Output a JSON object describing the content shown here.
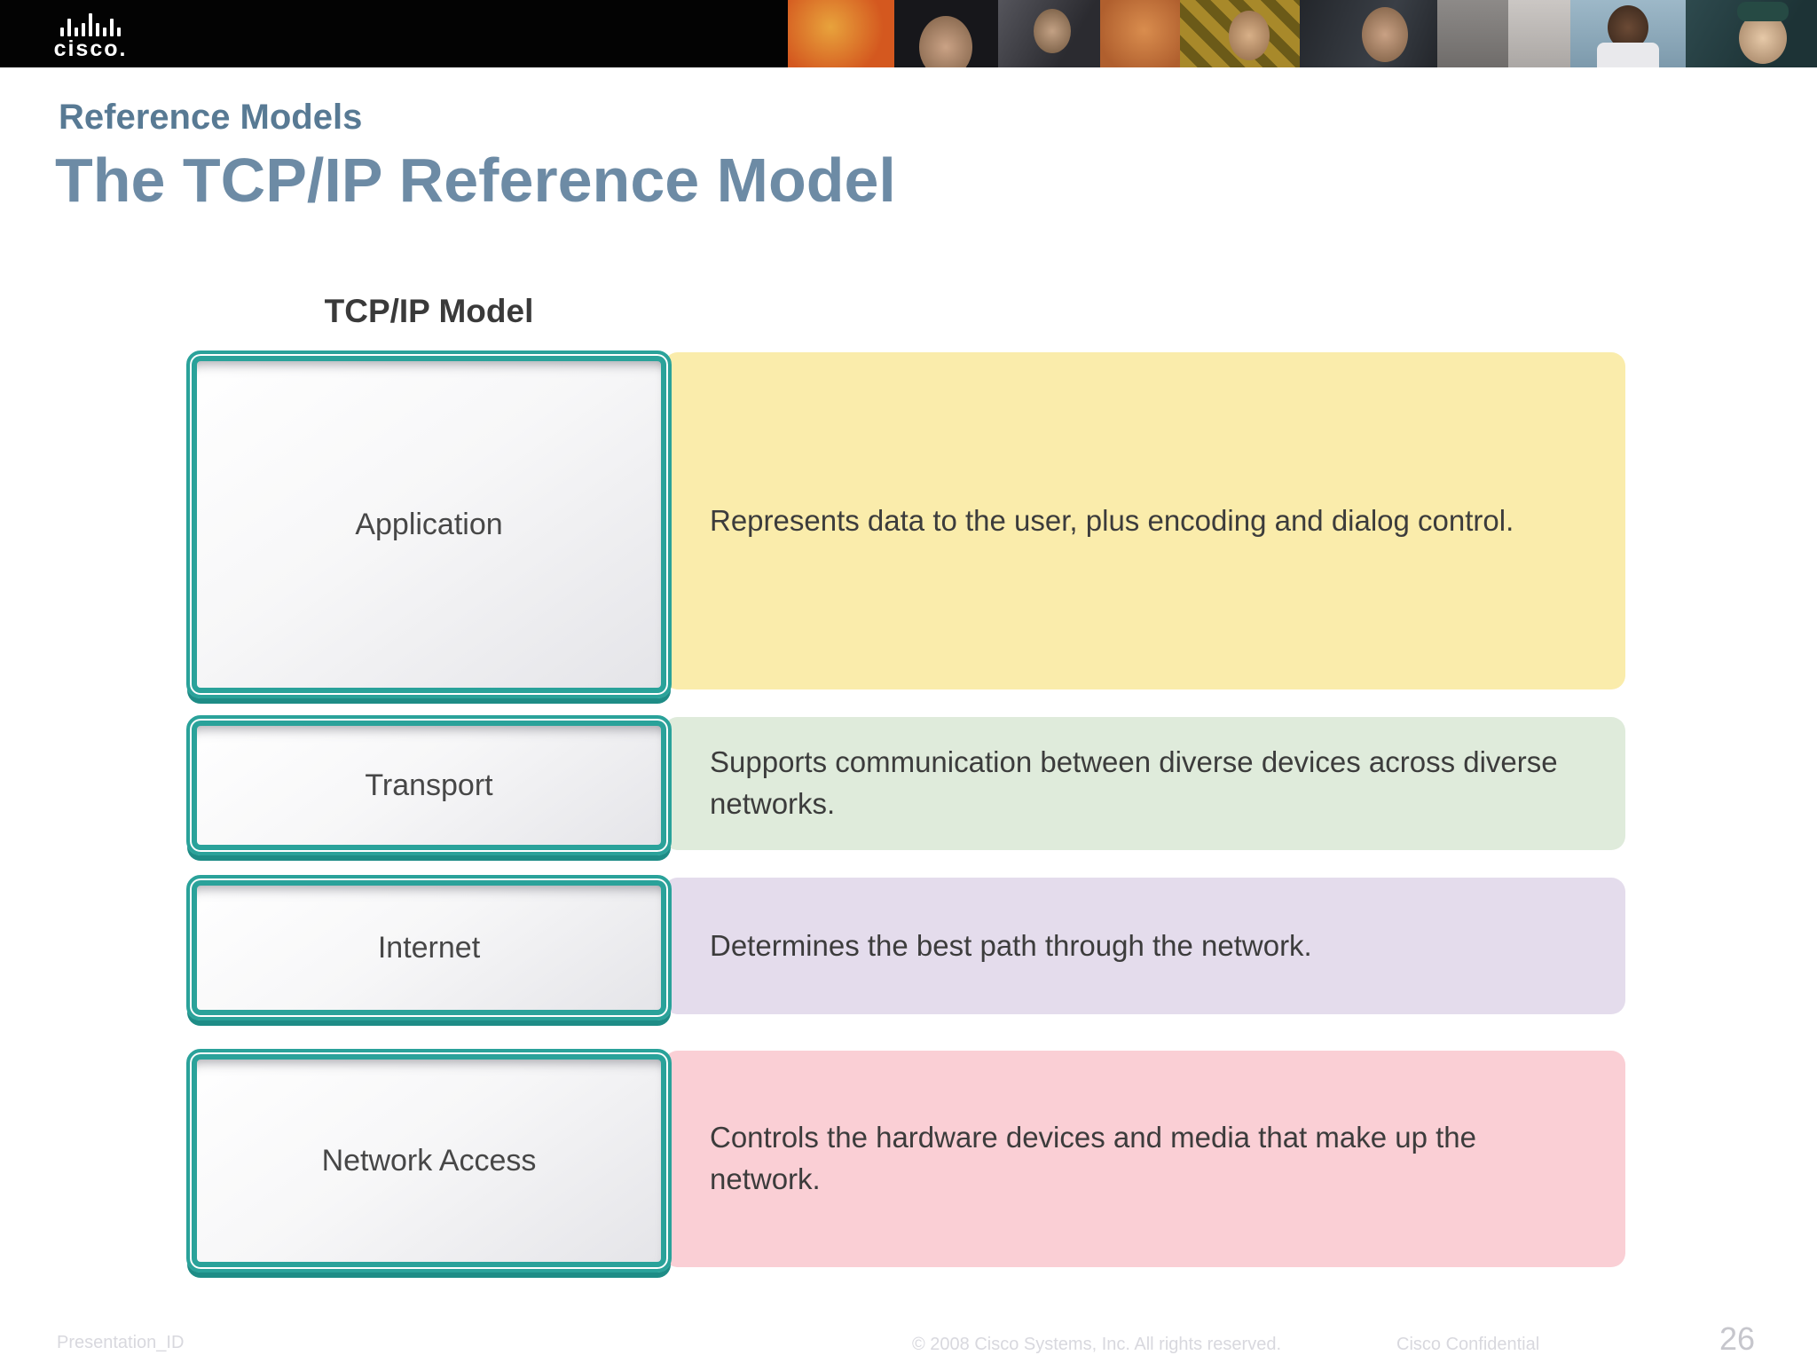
{
  "banner": {
    "logo_text": "cisco."
  },
  "header": {
    "eyebrow": "Reference Models",
    "title": "The TCP/IP Reference Model"
  },
  "diagram": {
    "column_title": "TCP/IP Model",
    "accent_border_color": "#2AA29A",
    "rows": [
      {
        "layer": "Application",
        "description": "Represents data to the user, plus encoding and dialog control.",
        "bg": "#FAECAB"
      },
      {
        "layer": "Transport",
        "description": "Supports communication between diverse devices across diverse networks.",
        "bg": "#DFEBDB"
      },
      {
        "layer": "Internet",
        "description": "Determines the best path through the network.",
        "bg": "#E4DCEC"
      },
      {
        "layer": "Network Access",
        "description": "Controls the hardware devices and media that make up the network.",
        "bg": "#FACFD5"
      }
    ]
  },
  "footer": {
    "presentation_id": "Presentation_ID",
    "copyright": "© 2008 Cisco Systems, Inc. All rights reserved.",
    "confidential": "Cisco Confidential",
    "page_number": "26"
  }
}
